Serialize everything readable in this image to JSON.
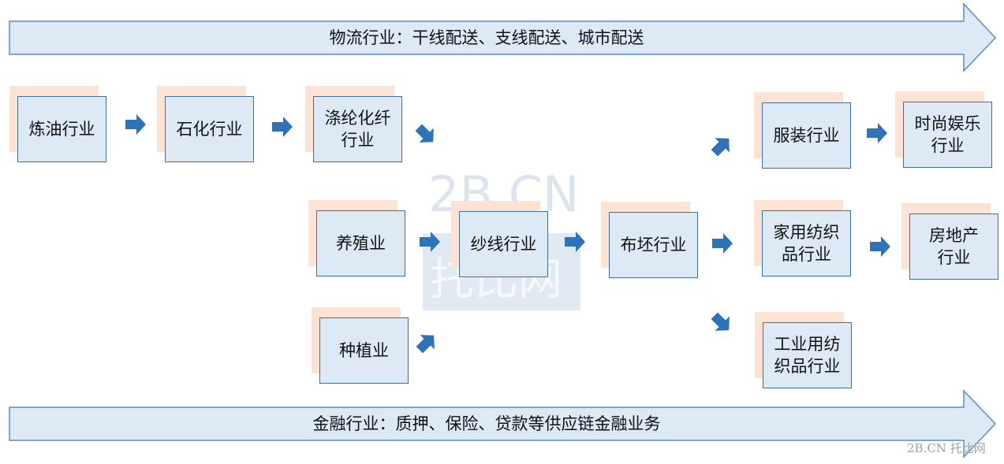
{
  "colors": {
    "band_fill": "#dee9f6",
    "band_stroke": "#5b8bc2",
    "node_fill": "#dee9f6",
    "node_stroke": "#3f6ea3",
    "node_shadow": "#fce3d3",
    "arrow_fill": "#2e72b8"
  },
  "bands": {
    "top_label": "物流行业：干线配送、支线配送、城市配送",
    "bottom_label": "金融行业：质押、保险、贷款等供应链金融业务"
  },
  "nodes": {
    "refining": "炼油行业",
    "petrochem": "石化行业",
    "polyester": "涤纶化纤\n行业",
    "breeding": "养殖业",
    "planting": "种植业",
    "yarn": "纱线行业",
    "fabric": "布坯行业",
    "garment": "服装行业",
    "home_textile": "家用纺织\n品行业",
    "industrial_textile": "工业用纺\n织品行业",
    "fashion": "时尚娱乐\n行业",
    "real_estate": "房地产\n行业"
  },
  "watermark": {
    "line1": "2B.CN",
    "line2": "托比网"
  },
  "footer": {
    "logo_text": "2B.CN 托比网"
  }
}
